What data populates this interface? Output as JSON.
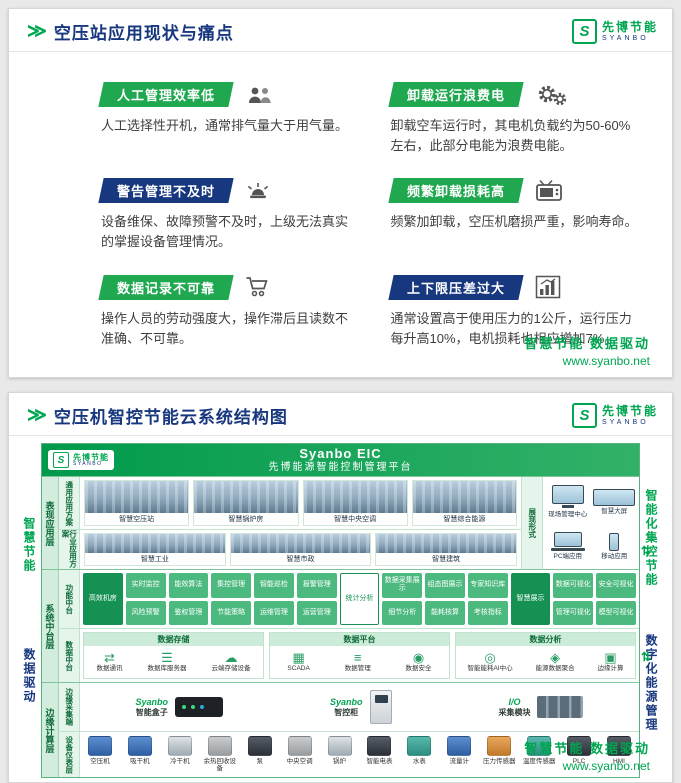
{
  "colors": {
    "green": "#00a651",
    "blue": "#17377e",
    "badge_green": "#1fa84f",
    "badge_blue": "#17377e"
  },
  "icons": {
    "chevron": "≫",
    "updown_arrow": "⇅"
  },
  "logo": {
    "mark": "S",
    "cn": "先博节能",
    "en": "SYANBO"
  },
  "footer": {
    "slogan": "智慧节能 数据驱动",
    "url": "www.syanbo.net"
  },
  "slide1": {
    "title": "空压站应用现状与痛点",
    "items": [
      {
        "badge": "人工管理效率低",
        "color": "green",
        "icon": "people-icon",
        "text": "人工选择性开机，通常排气量大于用气量。"
      },
      {
        "badge": "卸载运行浪费电",
        "color": "green",
        "icon": "gears-icon",
        "text": "卸载空车运行时，其电机负载约为50-60%左右，此部分电能为浪费电能。"
      },
      {
        "badge": "警告管理不及时",
        "color": "blue",
        "icon": "alarm-icon",
        "text": "设备维保、故障预警不及时，上级无法真实的掌握设备管理情况。"
      },
      {
        "badge": "频繁卸载损耗高",
        "color": "green",
        "icon": "tv-icon",
        "text": "频繁加卸载，空压机磨损严重，影响寿命。"
      },
      {
        "badge": "数据记录不可靠",
        "color": "green",
        "icon": "cart-icon",
        "text": "操作人员的劳动强度大，操作滞后且读数不准确、不可靠。"
      },
      {
        "badge": "上下限压差过大",
        "color": "blue",
        "icon": "chart-icon",
        "text": "通常设置高于使用压力的1公斤，运行压力每升高10%，电机损耗也相应增加7%。"
      }
    ]
  },
  "slide2": {
    "title": "空压机智控节能云系统结构图",
    "banner": {
      "line1": "Syanbo EIC",
      "line2": "先博能源智能控制管理平台"
    },
    "left_labels": [
      "智慧节能",
      "数据驱动"
    ],
    "right_labels": [
      "智能化集控节能",
      "数字化能源管理"
    ],
    "layers": [
      {
        "name": "表现应用层"
      },
      {
        "name": "系统中台层"
      },
      {
        "name": "边缘计算层"
      }
    ],
    "rows": {
      "general": {
        "label": "通用应用方案",
        "tiles": [
          "智慧空压站",
          "智慧锅炉房",
          "智慧中央空调",
          "智慧综合能源"
        ]
      },
      "industry": {
        "label": "行业应用方案",
        "tiles": [
          "智慧工业",
          "智慧市政",
          "智慧建筑"
        ]
      },
      "display": {
        "label": "展现形式",
        "items": [
          {
            "caption": "现场管理中心",
            "kind": "kind-monitor"
          },
          {
            "caption": "智慧大屏",
            "kind": "kind-bigscreen"
          },
          {
            "caption": "PC端应用",
            "kind": "kind-laptop"
          },
          {
            "caption": "移动应用",
            "kind": "kind-phone"
          }
        ]
      },
      "function": {
        "label": "功能中台",
        "columns": [
          {
            "top": "高效机房",
            "bottom": "",
            "tone": "dark"
          },
          {
            "top": "实时监控",
            "bottom": "风险预警"
          },
          {
            "top": "能效算法",
            "bottom": "鉴权管理"
          },
          {
            "top": "集控管理",
            "bottom": "节能策略"
          },
          {
            "top": "智能巡检",
            "bottom": "运维管理"
          },
          {
            "top": "报警管理",
            "bottom": "运营管理"
          },
          {
            "top": "统计分析",
            "bottom": "",
            "tone": "light"
          },
          {
            "top": "数据采集展示",
            "bottom": "细节分析"
          },
          {
            "top": "组态图展示",
            "bottom": "能耗核算"
          },
          {
            "top": "专家知识库",
            "bottom": "考核指标"
          },
          {
            "top": "智慧展示",
            "bottom": "",
            "tone": "dark"
          },
          {
            "top": "数据可视化",
            "bottom": "管理可视化"
          },
          {
            "top": "安全可视化",
            "bottom": "模型可视化"
          }
        ]
      },
      "data": {
        "label": "数据中台",
        "groups": [
          {
            "header": "数据存储",
            "items": [
              {
                "glyph": "⇄",
                "caption": "数据通讯"
              },
              {
                "glyph": "☰",
                "caption": "数据库服务器"
              },
              {
                "glyph": "☁",
                "caption": "云端存储设备"
              }
            ]
          },
          {
            "header": "数据平台",
            "items": [
              {
                "glyph": "▦",
                "caption": "SCADA"
              },
              {
                "glyph": "≡",
                "caption": "数据管理"
              },
              {
                "glyph": "◉",
                "caption": "数据安全"
              }
            ]
          },
          {
            "header": "数据分析",
            "items": [
              {
                "glyph": "◎",
                "caption": "智能能耗AI中心"
              },
              {
                "glyph": "◈",
                "caption": "能源数据聚合"
              },
              {
                "glyph": "▣",
                "caption": "边缘计算"
              }
            ]
          }
        ]
      },
      "edge": {
        "label": "边缘采集端",
        "groups": [
          {
            "line1": "Syanbo",
            "line2": "智能盒子"
          },
          {
            "line1": "Syanbo",
            "line2": "智控柜"
          },
          {
            "line1": "I/O",
            "line2": "采集模块"
          }
        ]
      },
      "devices": {
        "label": "设备仪表层",
        "items": [
          {
            "caption": "空压机",
            "tone": "blue"
          },
          {
            "caption": "吸干机",
            "tone": "blue"
          },
          {
            "caption": "冷干机",
            "tone": "steel"
          },
          {
            "caption": "余热回收设备",
            "tone": "gray"
          },
          {
            "caption": "泵",
            "tone": "dark"
          },
          {
            "caption": "中央空调",
            "tone": "gray"
          },
          {
            "caption": "锅炉",
            "tone": "steel"
          },
          {
            "caption": "智能电表",
            "tone": "dark"
          },
          {
            "caption": "水表",
            "tone": "teal"
          },
          {
            "caption": "流量计",
            "tone": "blue"
          },
          {
            "caption": "压力传感器",
            "tone": "orange"
          },
          {
            "caption": "温度传感器",
            "tone": "teal"
          },
          {
            "caption": "PLC",
            "tone": "dark"
          },
          {
            "caption": "HMI",
            "tone": "dark"
          }
        ]
      }
    }
  }
}
